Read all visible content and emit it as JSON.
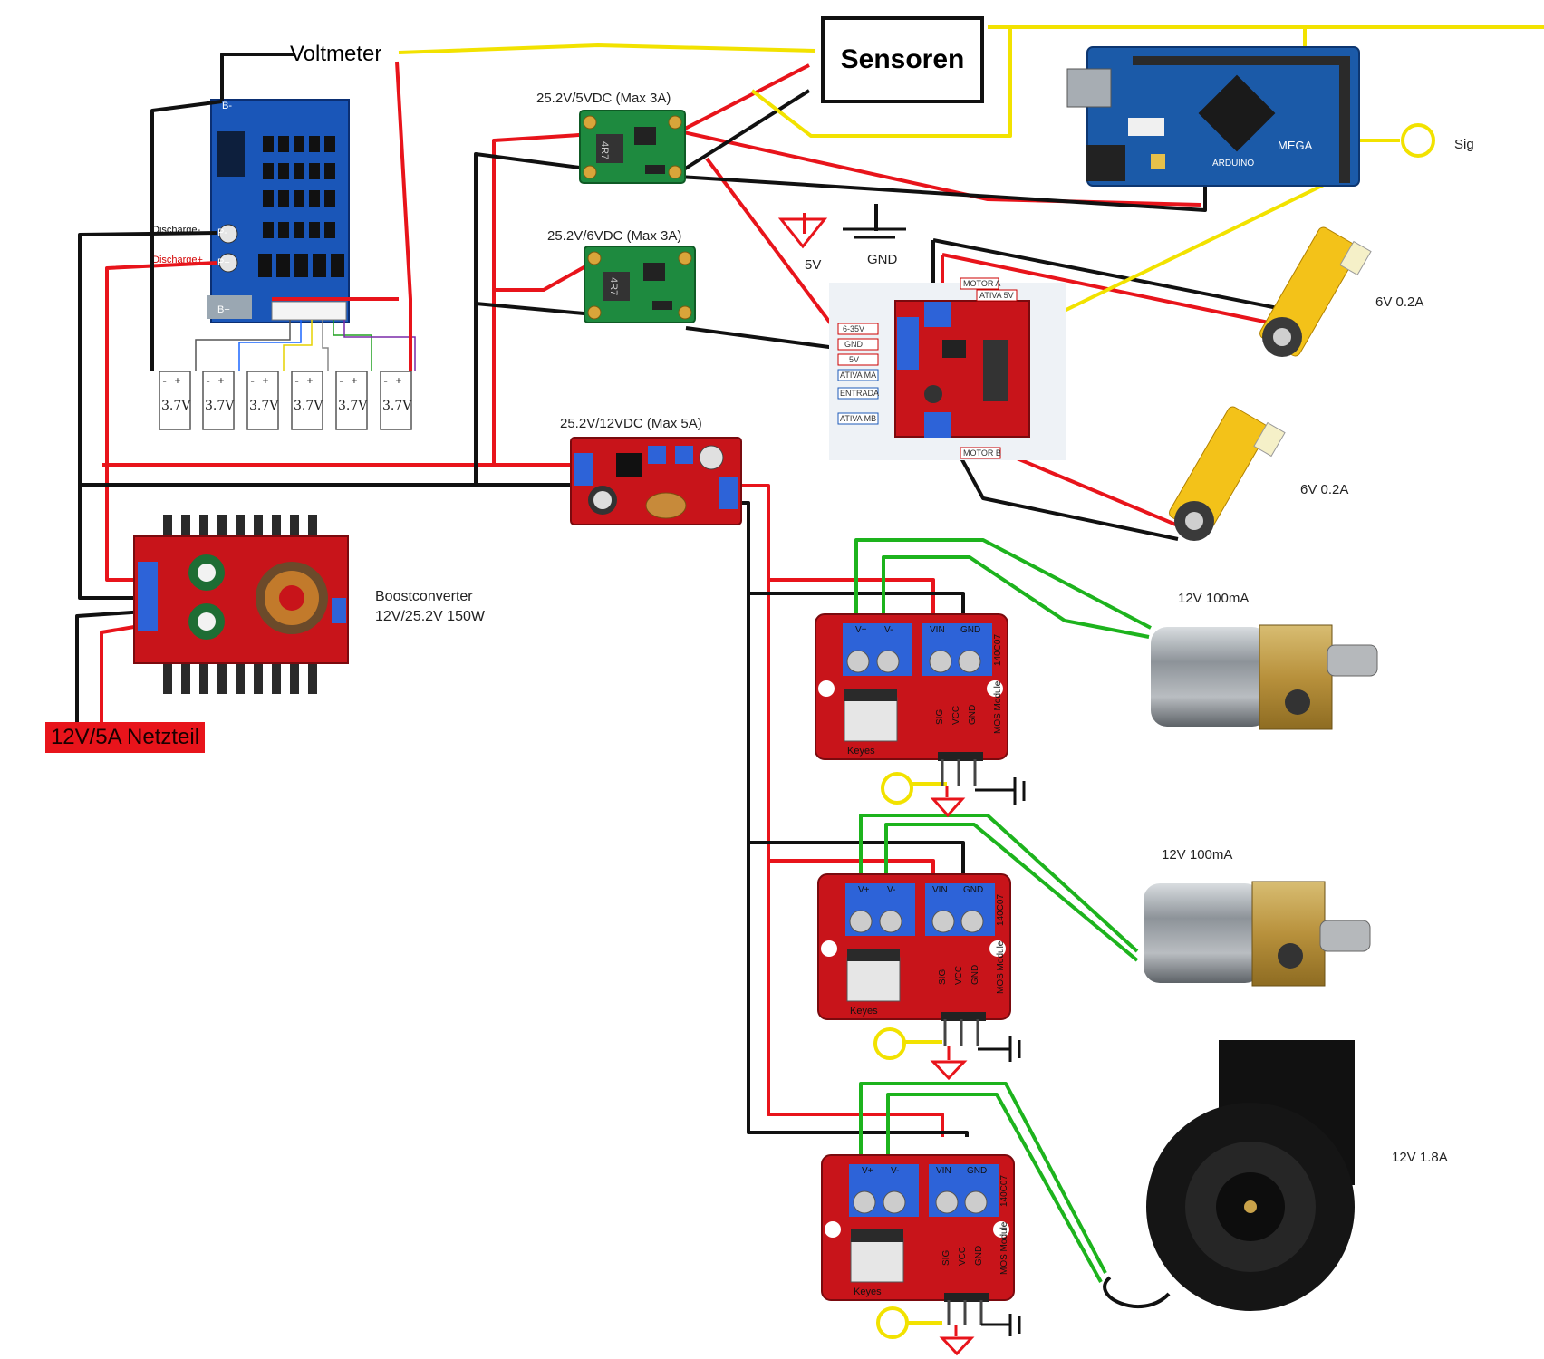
{
  "labels": {
    "voltmeter": "Voltmeter",
    "sensoren": "Sensoren",
    "buck_5v": "25.2V/5VDC (Max 3A)",
    "buck_6v": "25.2V/6VDC (Max 3A)",
    "buck_12v": "25.2V/12VDC (Max 5A)",
    "boost": "Boostconverter",
    "boost_spec": "12V/25.2V 150W",
    "netzteil": "12V/5A Netzteil",
    "rail_5v": "5V",
    "rail_gnd": "GND",
    "sig": "Sig",
    "motor_6v_1": "6V 0.2A",
    "motor_6v_2": "6V 0.2A",
    "motor_12v_1": "12V 100mA",
    "motor_12v_2": "12V 100mA",
    "fan": "12V 1.8A"
  },
  "bms": {
    "discharge_minus": "Discharge-",
    "discharge_plus": "Discharge+",
    "pad_b": "B-",
    "pad_p_minus": "P-",
    "pad_p_plus": "P+",
    "pad_b_plus": "B+",
    "cells": [
      "3.7V",
      "3.7V",
      "3.7V",
      "3.7V",
      "3.7V",
      "3.7V"
    ]
  },
  "buck_marks": {
    "m1": "4R7",
    "m2": "4R7"
  },
  "l298n": {
    "motor_a": "MOTOR A",
    "ativa_5v": "ATIVA 5V",
    "vin": "6-35V",
    "gnd": "GND",
    "v5": "5V",
    "ativa_ma": "ATIVA MA",
    "entrada": "ENTRADA",
    "ativa_mb": "ATIVA MB",
    "motor_b": "MOTOR B"
  },
  "arduino": {
    "brand": "ARDUINO",
    "model": "MEGA"
  },
  "mosfet": {
    "v_plus": "V+",
    "v_minus": "V-",
    "vin": "VIN",
    "gnd": "GND",
    "sig": "SIG",
    "vcc": "VCC",
    "gnd2": "GND",
    "module": "MOS Module",
    "code": "140C07",
    "brand": "Keyes"
  },
  "colors": {
    "red": "#e8141b",
    "black": "#111111",
    "yellow": "#f2e200",
    "green": "#1db31d",
    "board_red": "#c8141a",
    "board_green": "#1e8a3f",
    "board_blue": "#1a56b8",
    "terminal_blue": "#2d63d8",
    "motor_yellow": "#f3c219"
  }
}
